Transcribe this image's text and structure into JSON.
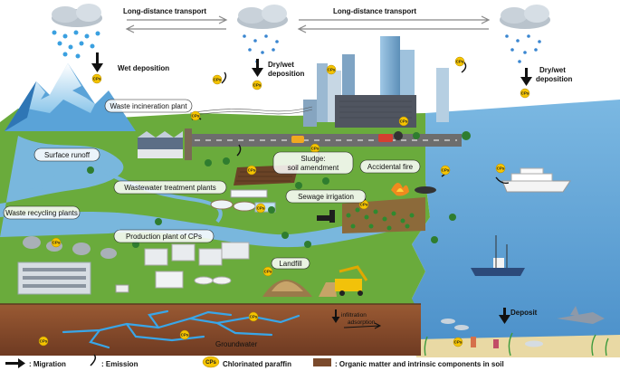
{
  "labels": {
    "long_distance_left": "Long-distance transport",
    "long_distance_right": "Long-distance transport",
    "wet_deposition": "Wet deposition",
    "dry_wet_deposition_center": "Dry/wet deposition",
    "dry_wet_deposition_right": "Dry/wet deposition",
    "waste_incineration": "Waste incineration plant",
    "surface_runoff": "Surface runoff",
    "sludge": "Sludge: soil amendment",
    "accidental_fire": "Accidental fire",
    "wastewater": "Wastewater treatment plants",
    "waste_recycling": "Waste recycling plants",
    "sewage_irrigation": "Sewage irrigation",
    "production_plant": "Production plant of CPs",
    "landfill": "Landfill",
    "infiltration": "infiltration",
    "adsorption": "adsorption",
    "groundwater": "Groundwater",
    "deposit": "Deposit",
    "cps_badge": "CPs"
  },
  "legend": {
    "migration": ": Migration",
    "emission": ": Emission",
    "cps": "Chlorinated paraffin",
    "soil": ": Organic matter and intrinsic components in soil"
  },
  "colors": {
    "sky": "#ffffff",
    "land": "#6aab3c",
    "sea": "#5b9fd2",
    "river": "#79b7dd",
    "soil": "#8a4b2c",
    "groundwater": "#39a6e8",
    "cps_badge": "#f5c400"
  }
}
